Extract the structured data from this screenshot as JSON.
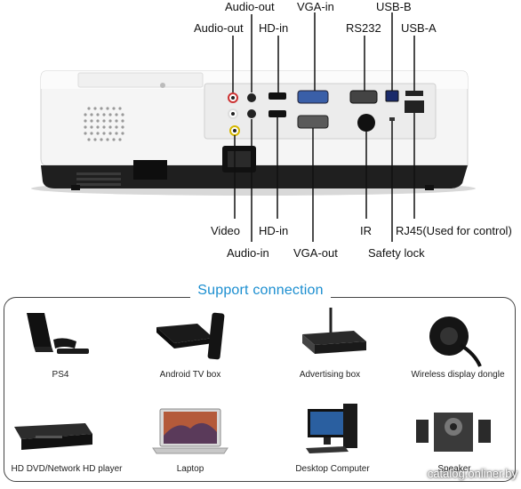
{
  "labels_top": {
    "audio_out_1": "Audio-out",
    "vga_in": "VGA-in",
    "usb_b": "USB-B",
    "audio_out_2": "Audio-out",
    "hd_in_top": "HD-in",
    "rs232": "RS232",
    "usb_a": "USB-A"
  },
  "labels_bottom": {
    "video": "Video",
    "hd_in_bottom": "HD-in",
    "ir": "IR",
    "rj45": "RJ45(Used for control)",
    "audio_in": "Audio-in",
    "vga_out": "VGA-out",
    "safety_lock": "Safety lock"
  },
  "support": {
    "title": "Support connection",
    "devices": [
      {
        "name": "PS4",
        "icon": "ps4-console-icon"
      },
      {
        "name": "Android TV box",
        "icon": "android-tv-box-icon"
      },
      {
        "name": "Advertising box",
        "icon": "advertising-box-icon"
      },
      {
        "name": "Wireless display dongle",
        "icon": "wireless-dongle-icon"
      },
      {
        "name": "HD DVD/Network HD player",
        "icon": "dvd-player-icon"
      },
      {
        "name": "Laptop",
        "icon": "laptop-icon"
      },
      {
        "name": "Desktop Computer",
        "icon": "desktop-computer-icon"
      },
      {
        "name": "Speaker",
        "icon": "speaker-icon"
      }
    ]
  },
  "watermark": "catalog.onliner.by",
  "colors": {
    "accent": "#1b8ed0",
    "projector_body": "#f4f4f4",
    "projector_base": "#1e1e1e"
  }
}
